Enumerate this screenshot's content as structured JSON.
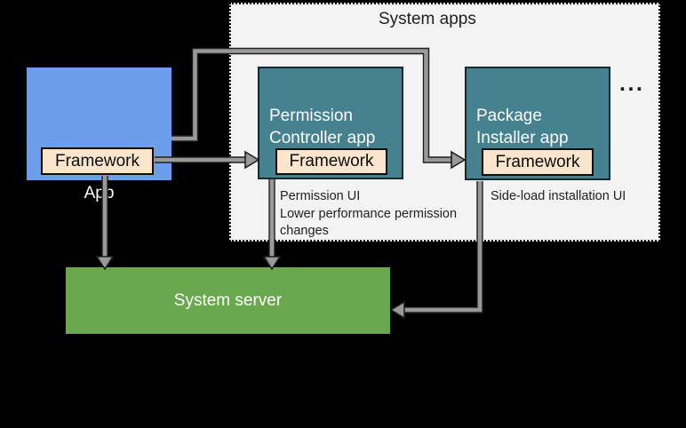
{
  "system_apps": {
    "title": "System apps",
    "ellipsis": "..."
  },
  "app": {
    "label": "App",
    "framework_label": "Framework"
  },
  "permission_controller": {
    "label": "Permission Controller app",
    "framework_label": "Framework",
    "annotation": "Permission UI\nLower performance permission changes"
  },
  "package_installer": {
    "label": "Package Installer app",
    "framework_label": "Framework",
    "annotation": "Side-load installation UI"
  },
  "system_server": {
    "label": "System server"
  },
  "connectors": [
    {
      "name": "app-to-package-installer-framework"
    },
    {
      "name": "app-framework-to-permission-controller-framework"
    },
    {
      "name": "app-framework-to-system-server"
    },
    {
      "name": "permission-controller-to-system-server"
    },
    {
      "name": "package-installer-to-system-server"
    }
  ],
  "colors": {
    "app_blue": "#6d9eeb",
    "system_app_teal": "#45818e",
    "framework_cream": "#fce5cd",
    "server_green": "#6aa84f",
    "container_gray": "#f3f3f3",
    "arrow_gray": "#999999",
    "background": "#000000"
  }
}
